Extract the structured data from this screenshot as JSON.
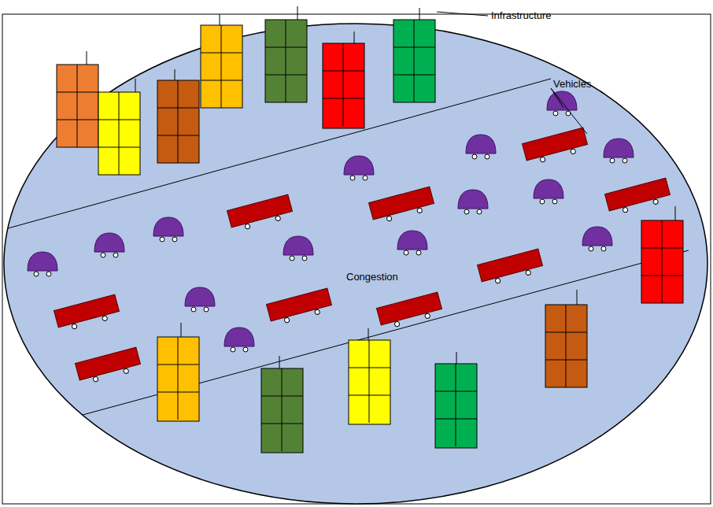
{
  "diagram": {
    "labels": [
      "Infrastructure",
      "Vehicles",
      "Congestion"
    ]
  }
}
